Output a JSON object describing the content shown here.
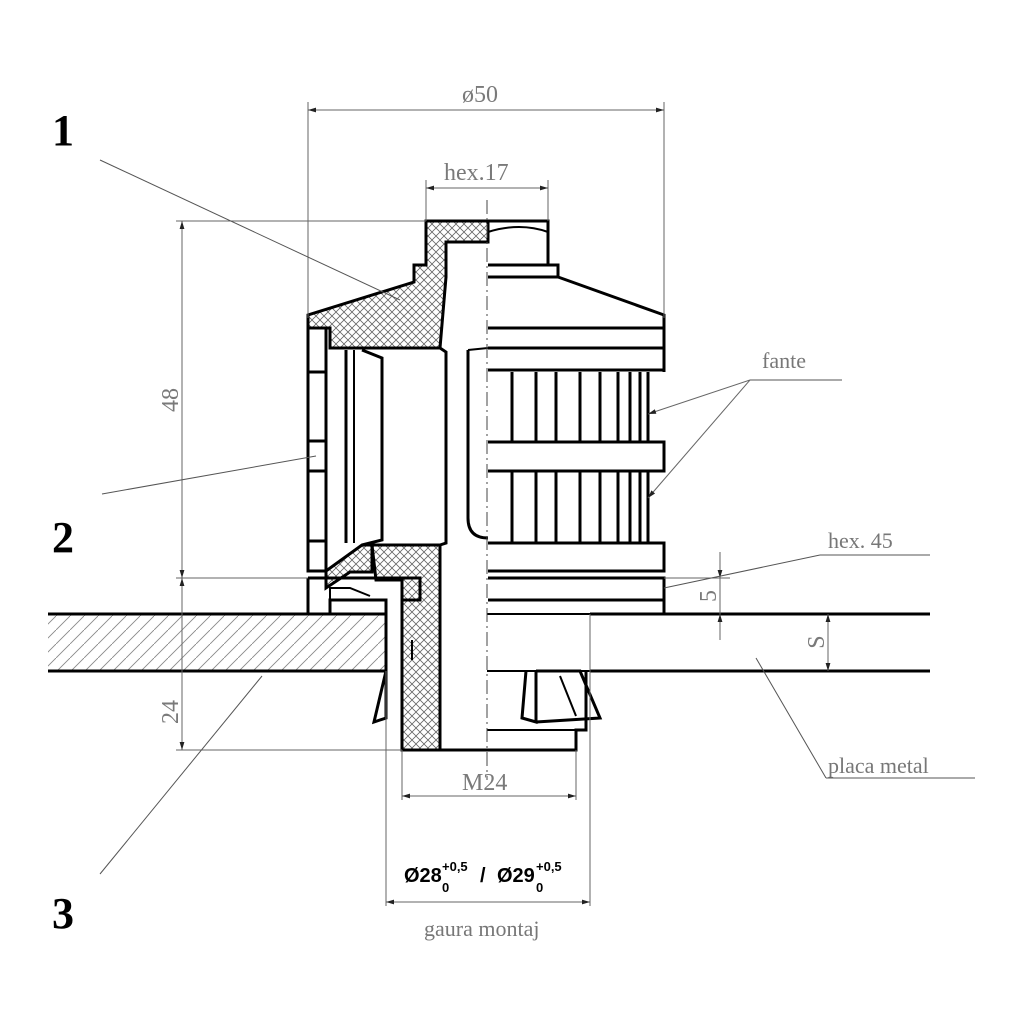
{
  "parts": {
    "p1": "1",
    "p2": "2",
    "p3": "3"
  },
  "dimensions": {
    "d50": "ø50",
    "hex17": "hex.17",
    "h48": "48",
    "h24": "24",
    "thread": "M24",
    "h5": "5",
    "s": "S"
  },
  "labels": {
    "fante": "fante",
    "hex45": "hex. 45",
    "placa": "placa metal",
    "gaura": "gaura montaj"
  },
  "hole": {
    "d1": "Ø28",
    "d1_up": "+0,5",
    "d1_lo": "0",
    "sep": "/",
    "d2": "Ø29",
    "d2_up": "+0,5",
    "d2_lo": "0"
  }
}
